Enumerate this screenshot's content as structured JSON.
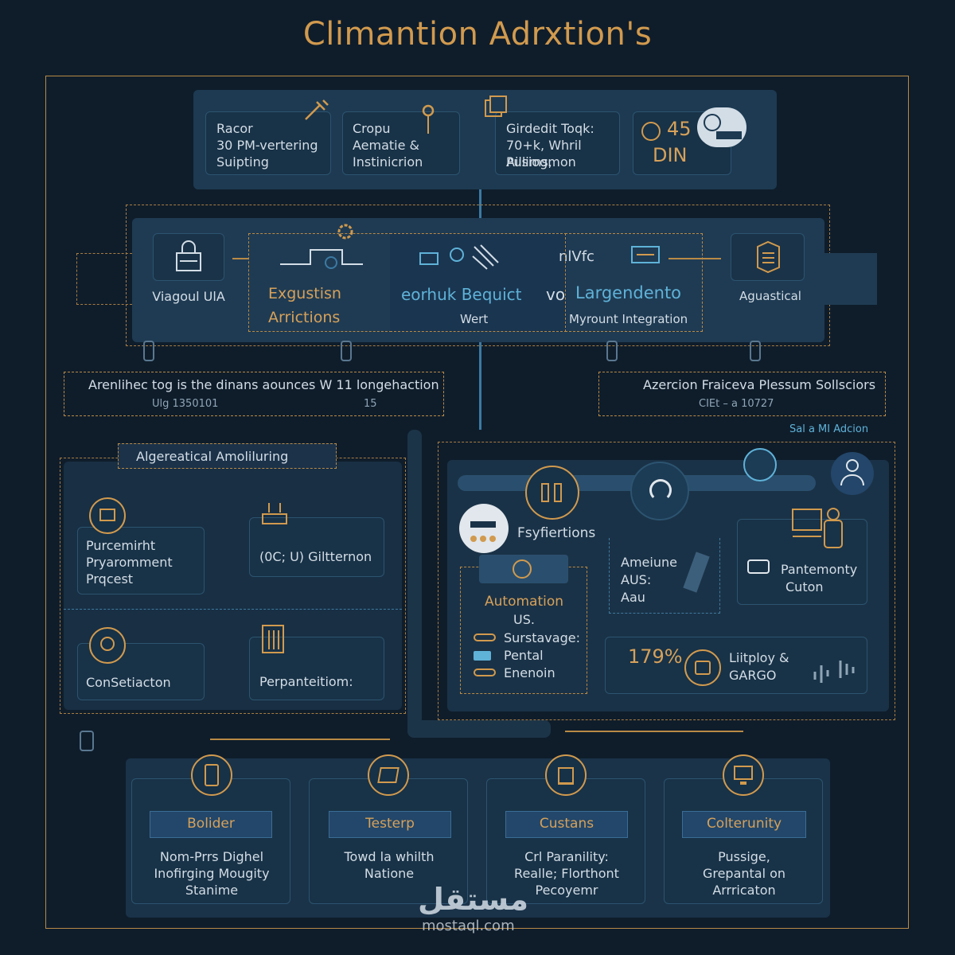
{
  "title": "Climantion Adrxtion's",
  "top_row": {
    "card1": [
      "Racor",
      "30 PM-vertering",
      "Suipting"
    ],
    "card2": [
      "Cropu",
      "Aematie &",
      "Instinicrion"
    ],
    "card3": [
      "Girdedit Toqk:",
      "70+k, Whril Aillims,",
      "Pusiogmon"
    ],
    "card4_value": "45",
    "card4_unit": "DIN"
  },
  "pipeline": {
    "stage1": "Viagoul UlA",
    "stage2": [
      "Exgustisn",
      "Arrictions"
    ],
    "stage3_title": "eorhuk Bequict",
    "stage3_vo": "vo",
    "stage3_sub": "Wert",
    "stage4_title": "Largendento",
    "stage4_sub": "Myrount Integration",
    "stage5": "Aguastical",
    "mid_label": "nlVfc"
  },
  "band": {
    "left_text": "Arenlihec tog is the dinans aounces W 11 longehaction",
    "left_sub": "Ulg 1350101",
    "left_sub2": "15",
    "right_text": "Azercion Fraiceva Plessum Sollsciors",
    "right_sub": "CIEt – a 10727",
    "right_tag": "Sal a MI Adcion"
  },
  "left_panel": {
    "heading": "Algereatical Amoliluring",
    "items": [
      {
        "label": [
          "Purcemirht",
          "Pryaromment",
          "Prqcest"
        ]
      },
      {
        "label": [
          "(0C; U) Giltternon"
        ]
      },
      {
        "label": [
          "ConSetiacton"
        ]
      },
      {
        "label": [
          "Perpanteitiom:"
        ]
      }
    ]
  },
  "right_panel": {
    "flow_label": "Fsyfiertions",
    "automation": {
      "title": "Automation",
      "sub": "US.",
      "rows": [
        "Surstavage:",
        "Pental",
        "Enenoin"
      ]
    },
    "amelune": [
      "Ameiune",
      "AUS:",
      "Aau"
    ],
    "pantemonty": [
      "Pantemonty",
      "Cuton"
    ],
    "percent": "179%",
    "bottom_label": [
      "Liitploy &",
      "GARGO"
    ]
  },
  "bottom_cards": [
    {
      "title": "Bolider",
      "text": [
        "Nom-Prrs Dighel",
        "Inofirging Mougity",
        "Stanime"
      ]
    },
    {
      "title": "Testerp",
      "text": [
        "Towd la whilth",
        "Natione"
      ]
    },
    {
      "title": "Custans",
      "text": [
        "Crl Paranility:",
        "Realle; Florthont",
        "Pecoyemr"
      ]
    },
    {
      "title": "Colterunity",
      "text": [
        "Pussige,",
        "Grepantal on",
        "Arrricaton"
      ]
    }
  ],
  "watermark": [
    "مستقل",
    "mostaql.com"
  ],
  "colors": {
    "accent": "#d19a4e",
    "blue": "#5fb2d8",
    "bg": "#0f1d2b",
    "panel": "#1d3a52"
  }
}
